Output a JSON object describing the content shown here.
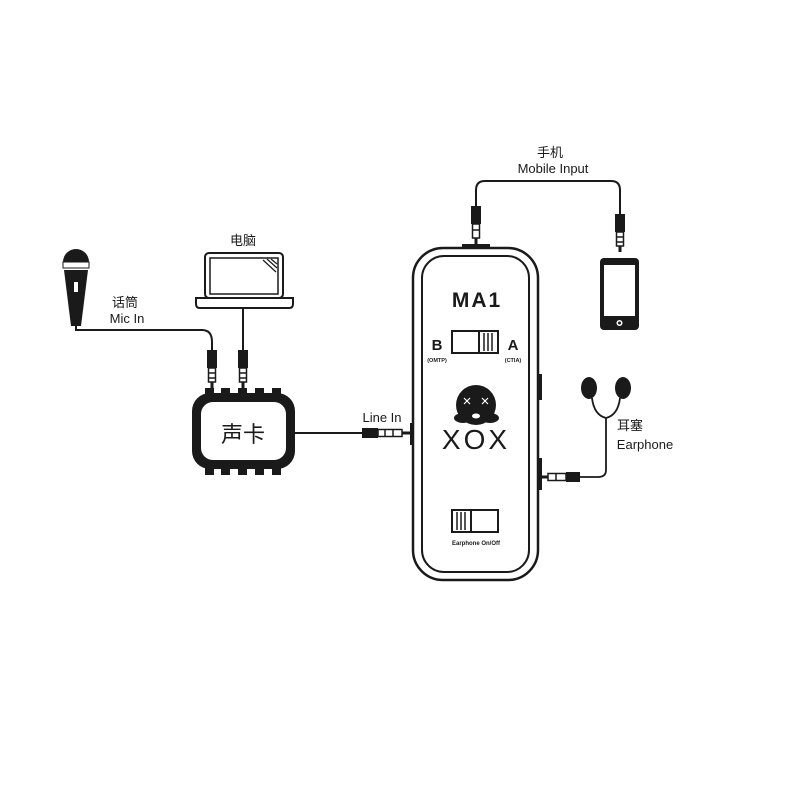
{
  "labels": {
    "computer_cn": "电脑",
    "mic_cn": "话筒",
    "mic_en": "Mic In",
    "soundcard_cn": "声卡",
    "line_in": "Line In",
    "mobile_cn": "手机",
    "mobile_en": "Mobile Input",
    "earphone_cn": "耳塞",
    "earphone_en": "Earphone"
  },
  "device": {
    "model": "MA1",
    "switch_left": "B",
    "switch_left_sub": "(OMTP)",
    "switch_right": "A",
    "switch_right_sub": "(CTIA)",
    "brand": "XOX",
    "earphone_switch_label": "Earphone On/Off"
  },
  "colors": {
    "ink": "#1a1a1a",
    "background": "#ffffff"
  }
}
